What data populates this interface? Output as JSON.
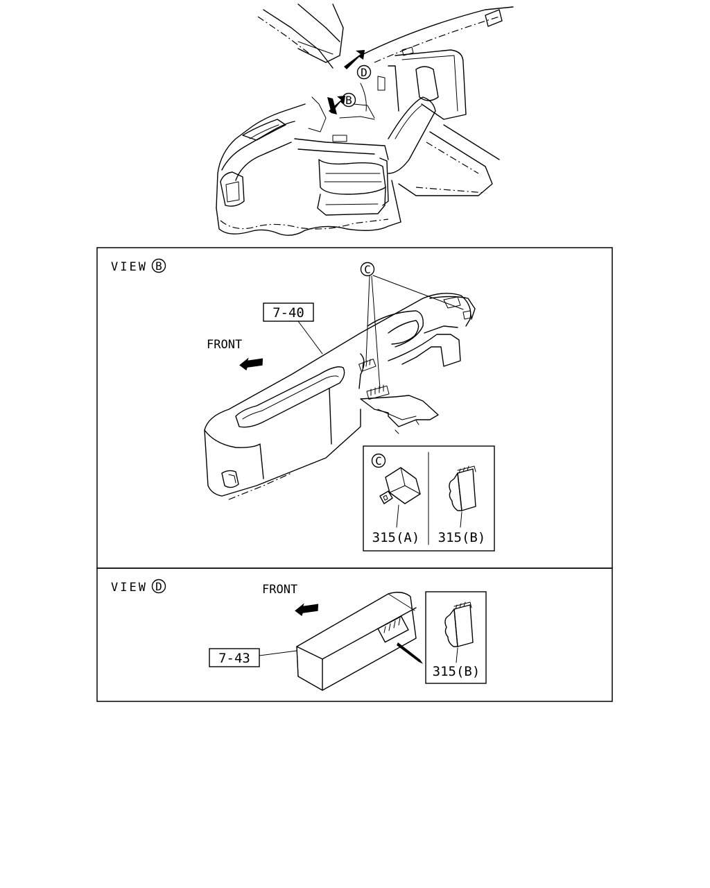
{
  "top_view": {
    "marker_d": "D",
    "marker_b": "B"
  },
  "view_b": {
    "title": "VIEW",
    "title_marker": "B",
    "part_ref": "7-40",
    "front_label": "FRONT",
    "callout_marker": "C",
    "detail": {
      "marker": "C",
      "part_a": "315(A)",
      "part_b": "315(B)"
    }
  },
  "view_d": {
    "title": "VIEW",
    "title_marker": "D",
    "part_ref": "7-43",
    "front_label": "FRONT",
    "detail": {
      "part_b": "315(B)"
    }
  }
}
